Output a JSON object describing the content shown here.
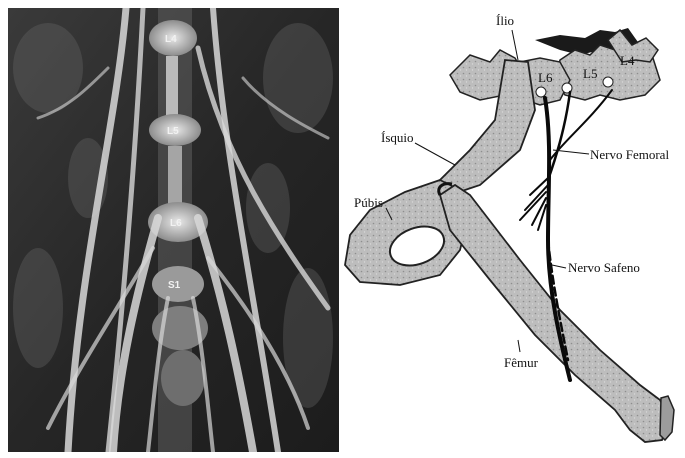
{
  "photo": {
    "vertebra_labels": [
      "L4",
      "L5",
      "L6",
      "S1"
    ]
  },
  "diagram": {
    "labels": {
      "ilio": "Ílio",
      "l6": "L6",
      "l5": "L5",
      "l4": "L4",
      "isquio": "Ísquio",
      "nervo_femoral": "Nervo Femoral",
      "pubis": "Púbis",
      "nervo_safeno": "Nervo Safeno",
      "femur": "Fêmur"
    }
  },
  "colors": {
    "bone_fill": "#b9b9b9",
    "outline": "#222222",
    "nerve": "#0a0a0a",
    "photo_bg": "#2a2a2a"
  }
}
